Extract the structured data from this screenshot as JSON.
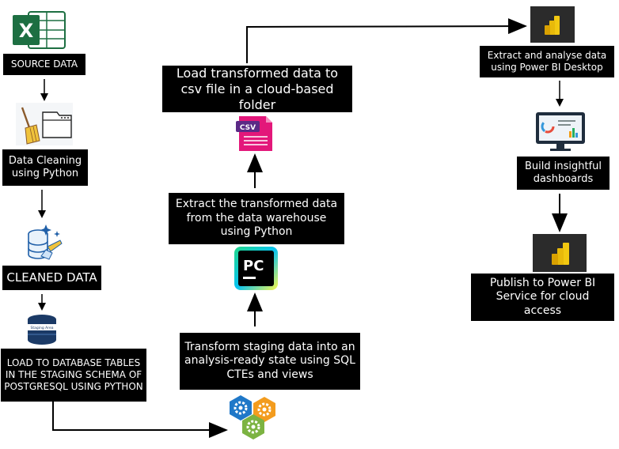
{
  "nodes": {
    "source_data": "SOURCE DATA",
    "data_cleaning": "Data Cleaning using Python",
    "cleaned_data": "CLEANED DATA",
    "load_staging": "LOAD TO DATABASE TABLES IN THE STAGING SCHEMA OF POSTGRESQL USING PYTHON",
    "transform": "Transform staging data into an analysis-ready state using SQL CTEs and views",
    "extract_warehouse": "Extract the transformed data from the data warehouse using Python",
    "load_csv": "Load transformed data to csv file in a cloud-based folder",
    "extract_powerbi": "Extract and analyse data using Power BI Desktop",
    "build_dashboards": "Build insightful dashboards",
    "publish": "Publish to Power BI Service for cloud access"
  },
  "icons": {
    "excel_letter": "X",
    "csv_label": "CSV",
    "pycharm_label": "PC",
    "staging_label": "Staging Area"
  },
  "colors": {
    "box_bg": "#000000",
    "box_text": "#ffffff",
    "excel_green": "#1d6f42",
    "powerbi_yellow": "#f2c811",
    "csv_pink": "#e3177a",
    "db_blue": "#1f5fa8"
  }
}
